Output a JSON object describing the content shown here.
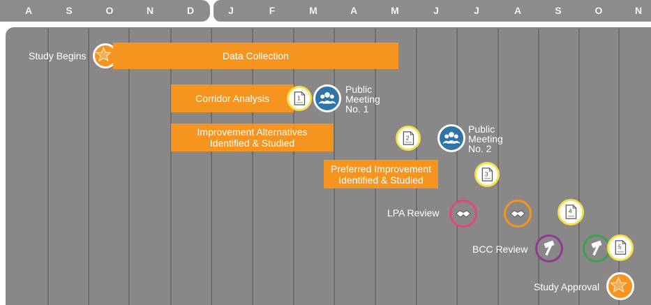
{
  "months": [
    "A",
    "S",
    "O",
    "N",
    "D",
    "J",
    "F",
    "M",
    "A",
    "M",
    "J",
    "J",
    "A",
    "S",
    "O",
    "N"
  ],
  "bars": {
    "data_collection": "Data Collection",
    "corridor_analysis": "Corridor Analysis",
    "improvement_alternatives": "Improvement Alternatives\nIdentified & Studied",
    "preferred_improvement": "Preferred Improvement\nIdentified & Studied"
  },
  "labels": {
    "study_begins": "Study Begins",
    "public_meeting_1": "Public\nMeeting\nNo. 1",
    "public_meeting_2": "Public\nMeeting\nNo. 2",
    "lpa_review": "LPA Review",
    "bcc_review": "BCC Review",
    "study_approval": "Study Approval"
  },
  "doc_numbers": [
    "1",
    "2",
    "3",
    "4",
    "5"
  ],
  "colors": {
    "header_bg": "#8e8b8c",
    "panel_bg": "#8a8788",
    "bar_orange": "#f5951f",
    "doc_ring": "#f5e14a",
    "meeting_blue": "#2f74a8",
    "lpa_pink": "#e0457f",
    "bcc_purple": "#8e3b8f",
    "final_green": "#3aa04b"
  }
}
